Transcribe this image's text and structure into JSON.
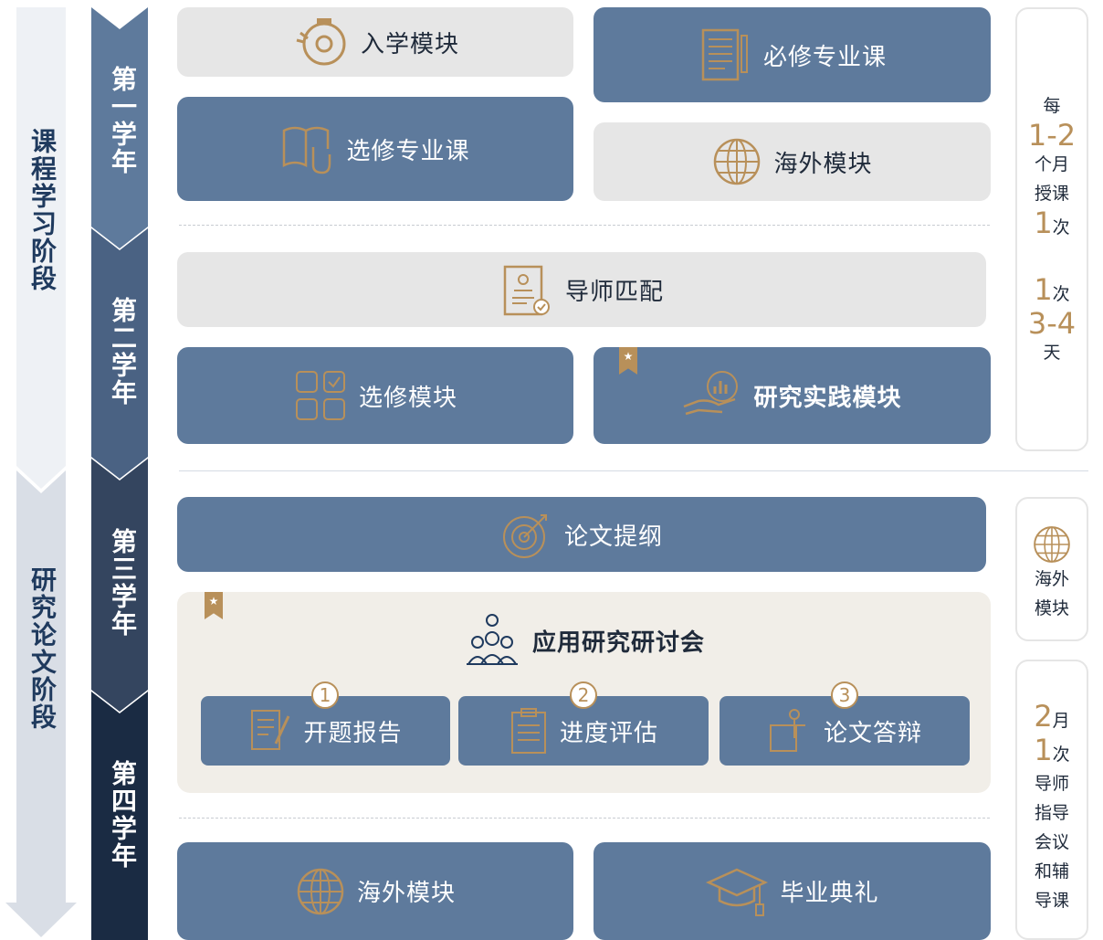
{
  "left_column": {
    "stage1": "课程学习阶段",
    "stage2": "研究论文阶段"
  },
  "years": {
    "y1": "第一学年",
    "y2": "第二学年",
    "y3": "第三学年",
    "y4": "第四学年"
  },
  "modules": {
    "enrollment": "入学模块",
    "required": "必修专业课",
    "elective_course": "选修专业课",
    "overseas1": "海外模块",
    "mentor": "导师匹配",
    "elective_module": "选修模块",
    "research_practice": "研究实践模块",
    "outline": "论文提纲",
    "seminar": "应用研究研讨会",
    "proposal": "开题报告",
    "progress": "进度评估",
    "defense": "论文答辩",
    "overseas2": "海外模块",
    "graduation": "毕业典礼"
  },
  "steps": [
    "1",
    "2",
    "3"
  ],
  "side": {
    "top": {
      "line1": "每",
      "range1": "1-2",
      "line2": "个月",
      "line3": "授课",
      "num1": "1",
      "line4": "次",
      "num2": "1",
      "line5": "次",
      "range2": "3-4",
      "line6": "天"
    },
    "mid": {
      "line1": "海外",
      "line2": "模块"
    },
    "bottom": {
      "num1": "2",
      "unit1": "月",
      "num2": "1",
      "unit2": "次",
      "l1": "导师",
      "l2": "指导",
      "l3": "会议",
      "l4": "和辅",
      "l5": "导课"
    }
  },
  "colors": {
    "primary": "#5e7a9c",
    "gold": "#b8905a",
    "light": "#e6e6e6",
    "beige": "#f1eee8"
  }
}
